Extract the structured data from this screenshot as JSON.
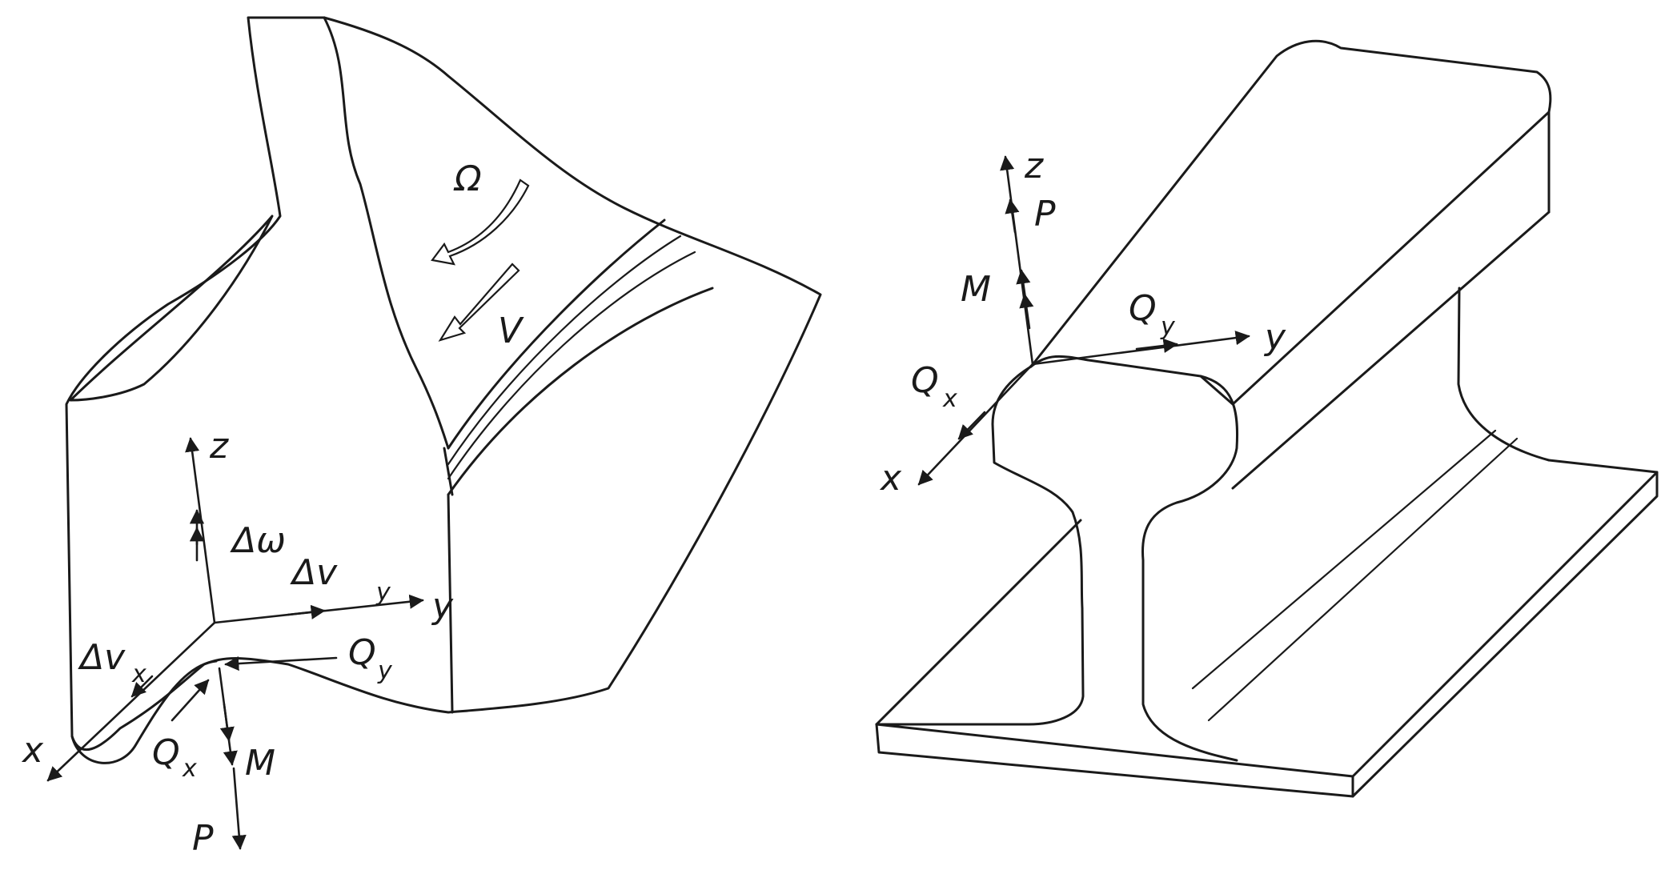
{
  "wheel": {
    "omega": "Ω",
    "velocity": "V",
    "axis_x": "x",
    "axis_y": "y",
    "axis_z": "z",
    "delta_omega": "Δω",
    "delta_v": "Δv",
    "sub_y": "y",
    "sub_x": "x",
    "force_q": "Q",
    "moment": "M",
    "load": "P"
  },
  "rail": {
    "axis_x": "x",
    "axis_y": "y",
    "axis_z": "z",
    "force_q": "Q",
    "sub_x": "x",
    "sub_y": "y",
    "moment": "M",
    "load": "P"
  }
}
